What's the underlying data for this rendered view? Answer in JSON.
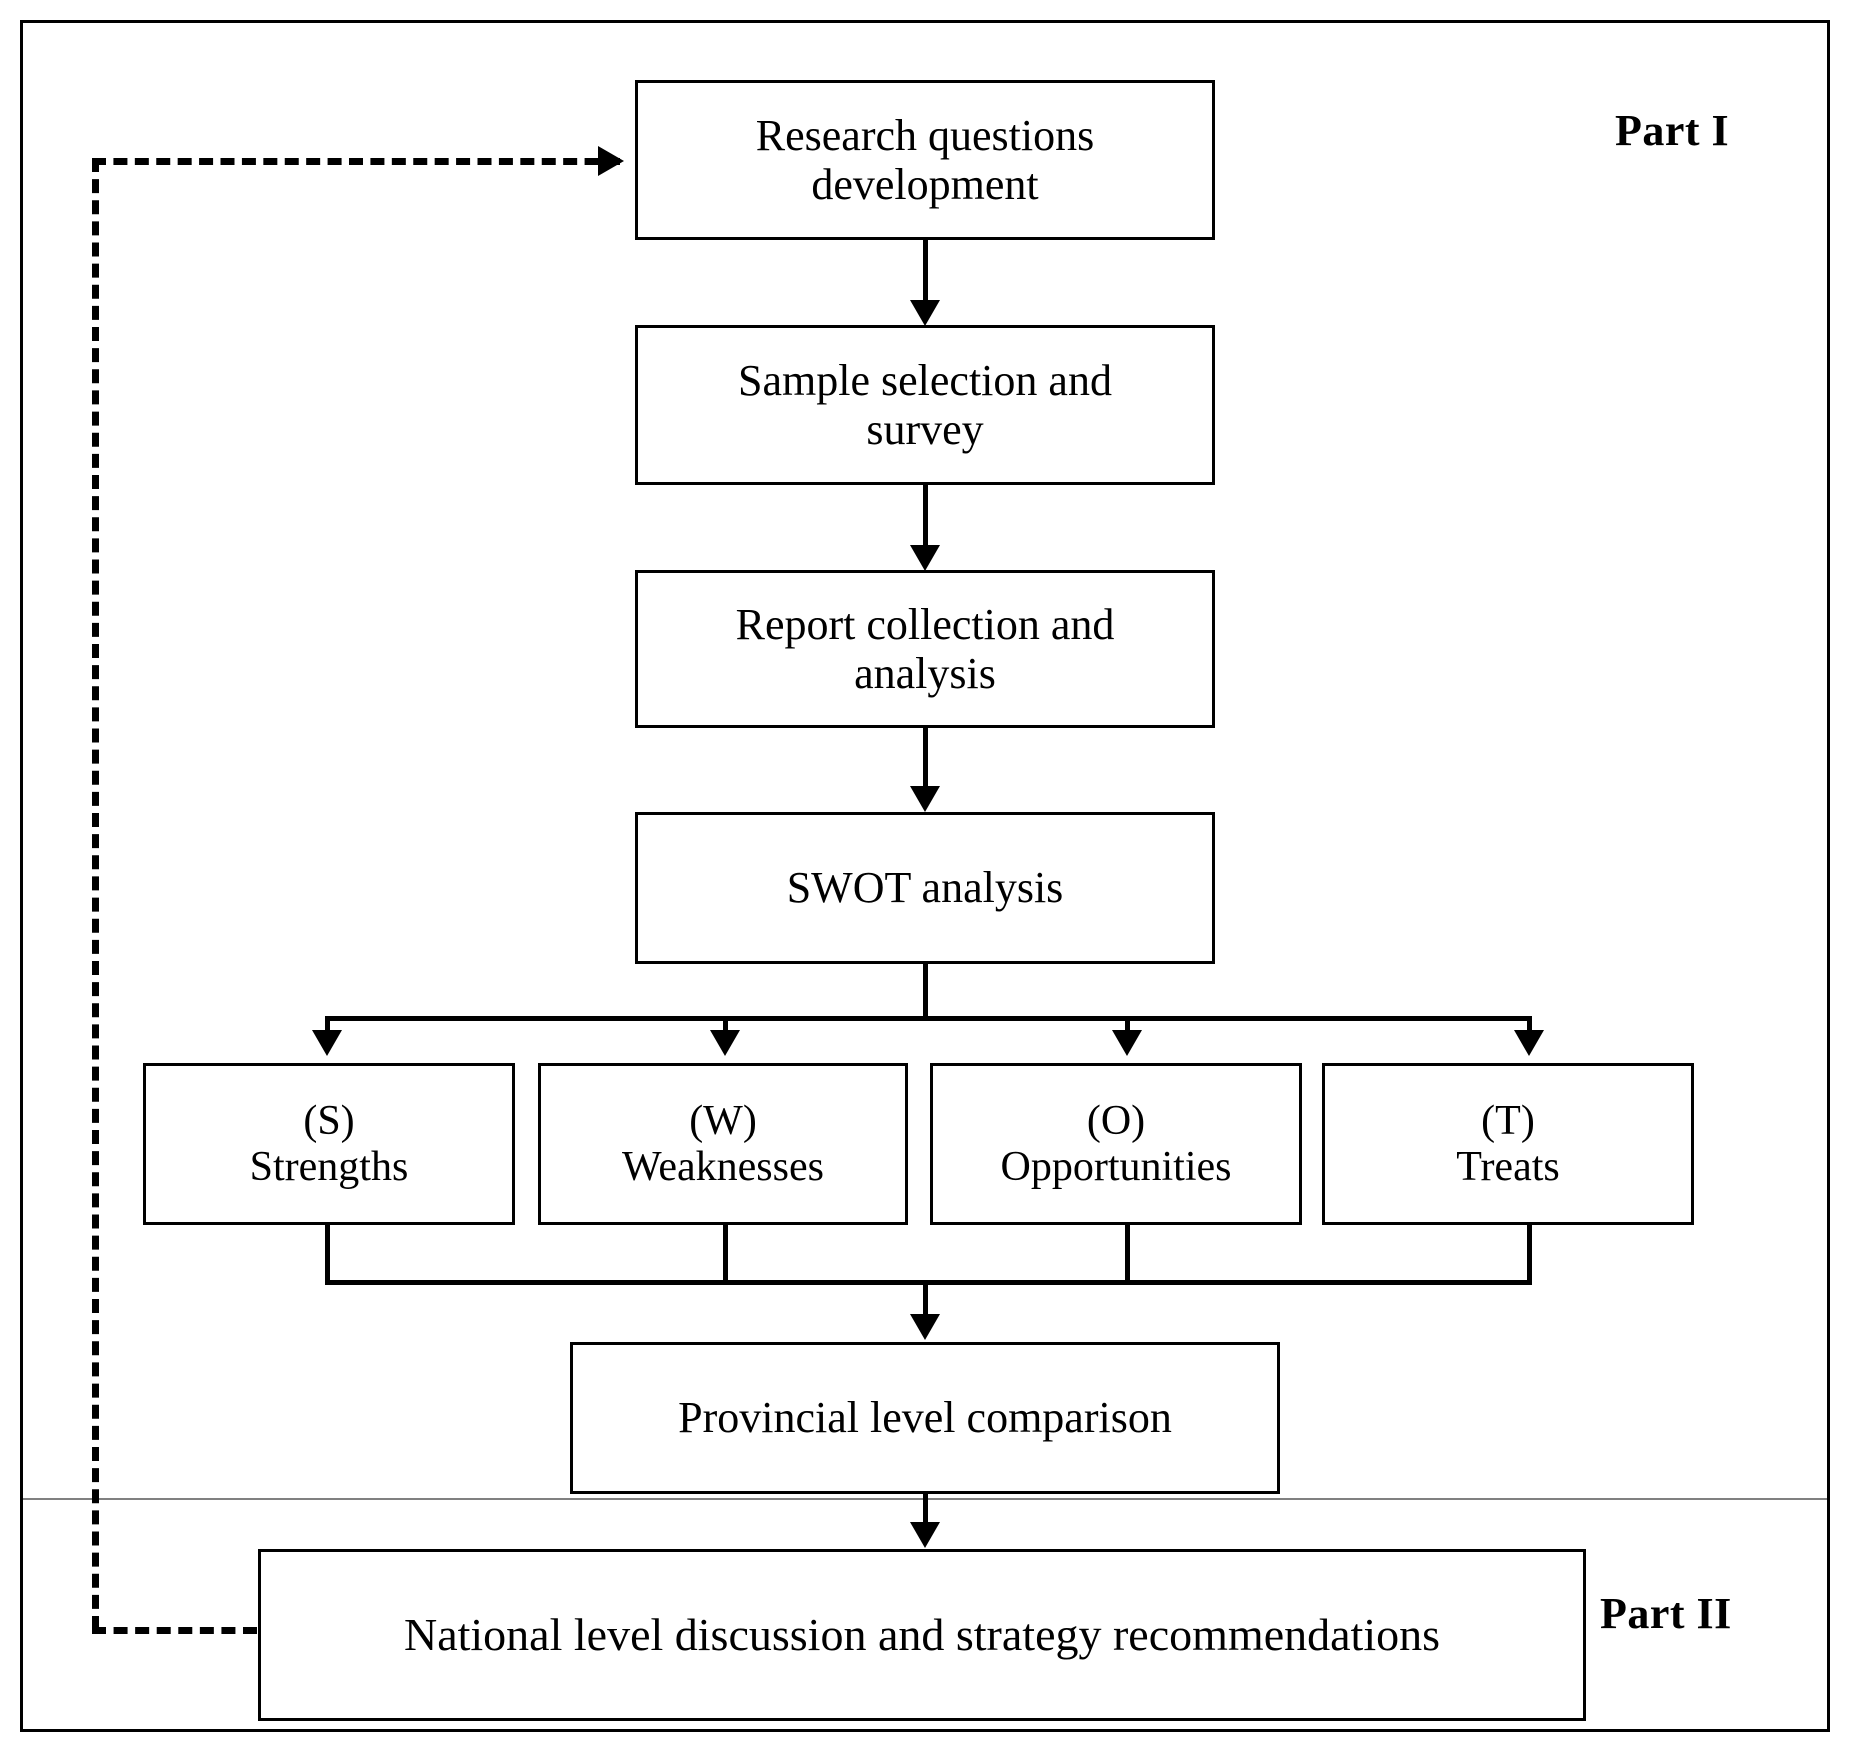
{
  "diagram": {
    "title_parts": {
      "part_one_label": "Part I",
      "part_two_label": "Part II"
    },
    "nodes": {
      "research_questions": "Research questions development",
      "research_questions_line1": "Research questions",
      "research_questions_line2": "development",
      "sample_selection_line1": "Sample selection and",
      "sample_selection_line2": "survey",
      "report_collection_line1": "Report collection and",
      "report_collection_line2": "analysis",
      "swot_analysis": "SWOT analysis",
      "provincial_comparison": "Provincial level comparison",
      "national_discussion": "National level discussion and strategy recommendations"
    },
    "swot": [
      {
        "code": "(S)",
        "label": "Strengths"
      },
      {
        "code": "(W)",
        "label": "Weaknesses"
      },
      {
        "code": "(O)",
        "label": "Opportunities"
      },
      {
        "code": "(T)",
        "label": "Treats"
      }
    ],
    "colors": {
      "line": "#000000",
      "divider": "#808080",
      "background": "#ffffff"
    }
  }
}
